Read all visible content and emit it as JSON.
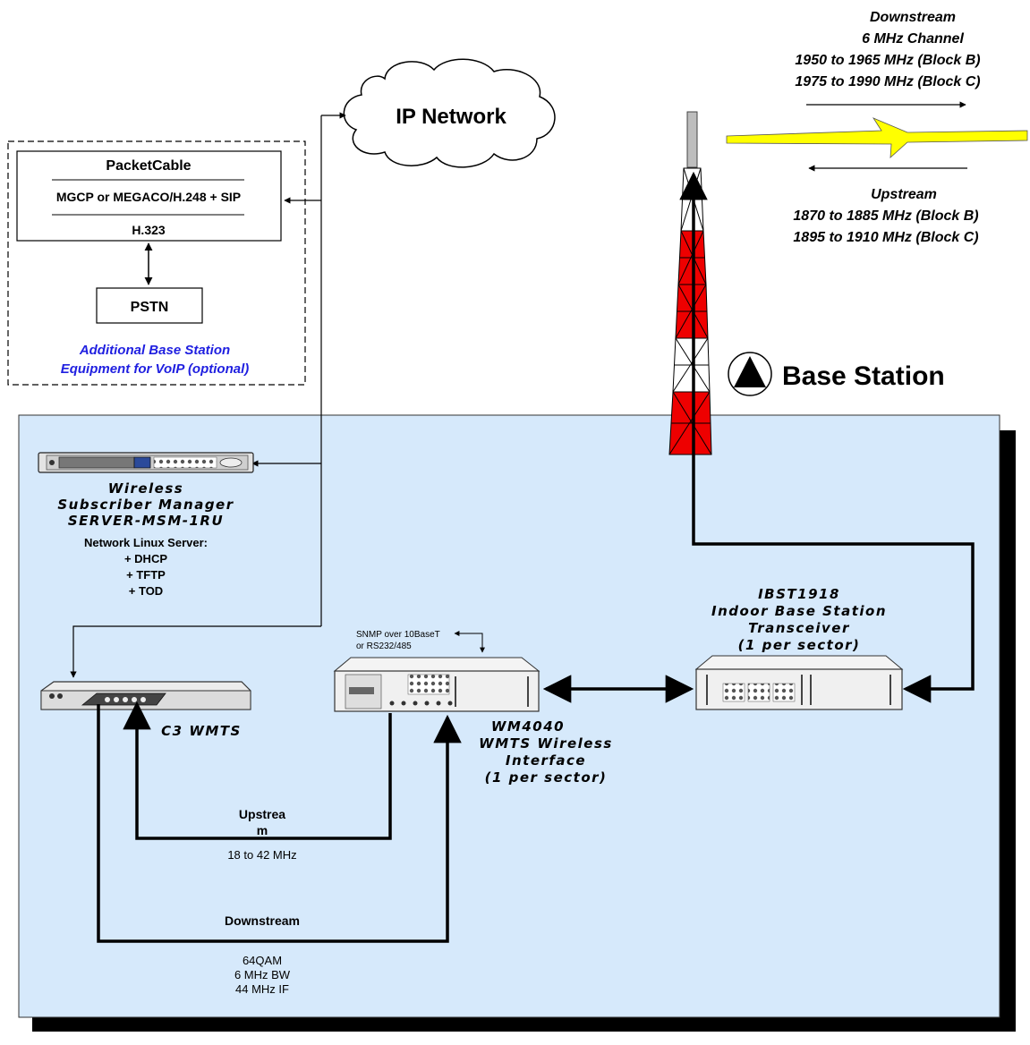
{
  "cloud": {
    "label": "IP Network"
  },
  "voip": {
    "packetcable": "PacketCable",
    "protocols": "MGCP or MEGACO/H.248 + SIP",
    "h323": "H.323",
    "pstn": "PSTN",
    "caption_line1": "Additional Base Station",
    "caption_line2": "Equipment for VoIP (optional)"
  },
  "downstream_rf": {
    "title": "Downstream",
    "channel": "6 MHz Channel",
    "block_b": "1950 to 1965 MHz (Block B)",
    "block_c": "1975 to 1990 MHz (Block C)"
  },
  "upstream_rf": {
    "title": "Upstream",
    "block_b": "1870 to 1885 MHz (Block B)",
    "block_c": "1895 to 1910 MHz (Block C)"
  },
  "base_station": {
    "label": "Base Station"
  },
  "server": {
    "name_line1": "Wireless",
    "name_line2": "Subscriber Manager",
    "name_line3": "SERVER-MSM-1RU",
    "desc_line1": "Network Linux Server:",
    "desc_line2": "+ DHCP",
    "desc_line3": "+ TFTP",
    "desc_line4": "+ TOD"
  },
  "ibst": {
    "line1": "IBST1918",
    "line2": "Indoor Base Station",
    "line3": "Transceiver",
    "line4": "(1 per sector)"
  },
  "snmp": {
    "line1": "SNMP over 10BaseT",
    "line2": "or RS232/485"
  },
  "wm4040": {
    "line1": "WM4040",
    "line2": "WMTS Wireless",
    "line3": "Interface",
    "line4": "(1 per sector)"
  },
  "c3": {
    "label": "C3 WMTS"
  },
  "upstream_if": {
    "title_line1": "Upstrea",
    "title_line2": "m",
    "freq": "18 to 42 MHz"
  },
  "downstream_if": {
    "title": "Downstream",
    "line1": "64QAM",
    "line2": "6 MHz BW",
    "line3": "44 MHz IF"
  },
  "colors": {
    "panel": "#d6e9fb",
    "tower_red": "#ee0000",
    "bolt_yellow": "#ffff00",
    "caption_blue": "#1f1fe0"
  }
}
